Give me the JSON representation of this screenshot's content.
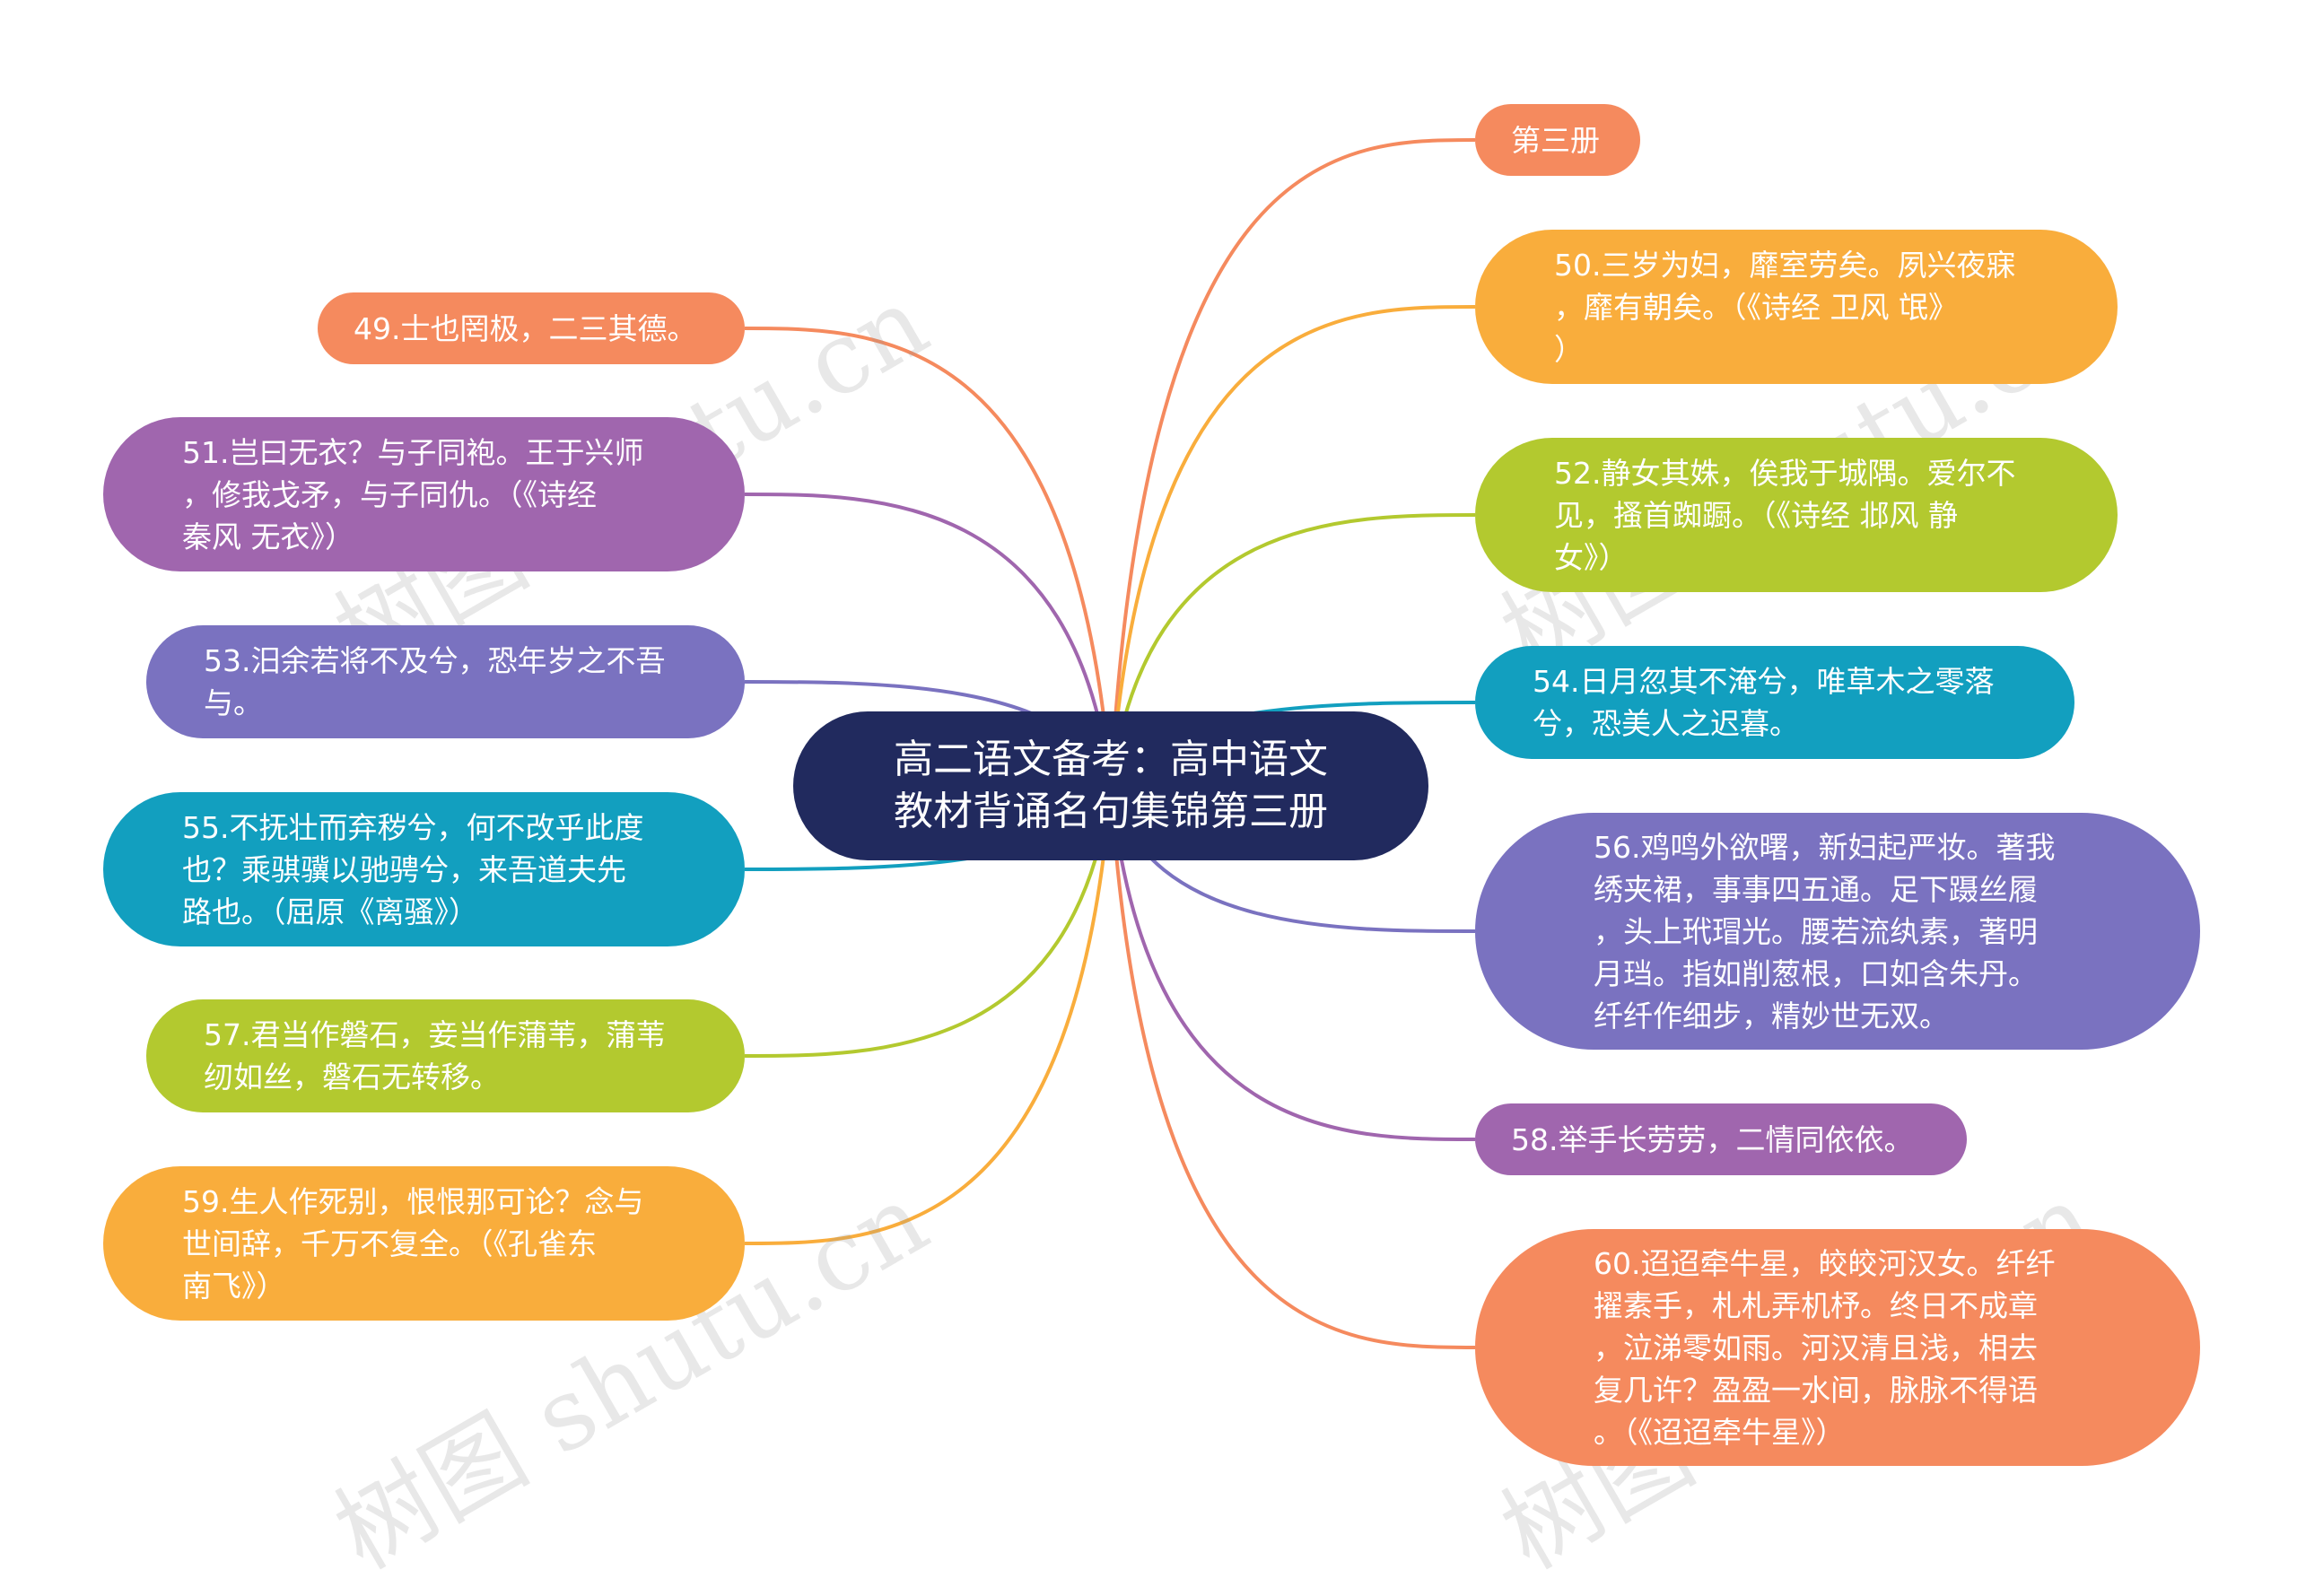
{
  "watermark": "树图 shutu.cn",
  "center": {
    "text": "高二语文备考：高中语文\n教材背诵名句集锦第三册",
    "color": "#212a5e"
  },
  "nodes": [
    {
      "id": "n-section",
      "text": "第三册",
      "color": "#f58a5e"
    },
    {
      "id": "n49",
      "text": "49.士也罔极，二三其德。",
      "color": "#f58a5e"
    },
    {
      "id": "n50",
      "text": "50.三岁为妇，靡室劳矣。夙兴夜寐\n，靡有朝矣。（《诗经 卫风 氓》\n）",
      "color": "#f9ad3c"
    },
    {
      "id": "n51",
      "text": "51.岂曰无衣？与子同袍。王于兴师\n，修我戈矛，与子同仇。（《诗经\n秦风 无衣》）",
      "color": "#a066ae"
    },
    {
      "id": "n52",
      "text": "52.静女其姝，俟我于城隅。爱尔不\n见，搔首踟蹰。（《诗经 邶风 静\n女》）",
      "color": "#b3c92f"
    },
    {
      "id": "n53",
      "text": "53.汨余若将不及兮，恐年岁之不吾\n与。",
      "color": "#7a72c0"
    },
    {
      "id": "n54",
      "text": "54.日月忽其不淹兮，唯草木之零落\n兮，恐美人之迟暮。",
      "color": "#129fbf"
    },
    {
      "id": "n55",
      "text": "55.不抚壮而弃秽兮，何不改乎此度\n也？乘骐骥以驰骋兮，来吾道夫先\n路也。（屈原《离骚》）",
      "color": "#129fbf"
    },
    {
      "id": "n56",
      "text": "56.鸡鸣外欲曙，新妇起严妆。著我\n绣夹裙，事事四五通。足下蹑丝履\n，头上玳瑁光。腰若流纨素，著明\n月珰。指如削葱根，口如含朱丹。\n纤纤作细步，精妙世无双。",
      "color": "#7a72c0"
    },
    {
      "id": "n57",
      "text": "57.君当作磐石，妾当作蒲苇，蒲苇\n纫如丝，磐石无转移。",
      "color": "#b3c92f"
    },
    {
      "id": "n58",
      "text": "58.举手长劳劳，二情同依依。",
      "color": "#a066ae"
    },
    {
      "id": "n59",
      "text": "59.生人作死别，恨恨那可论？念与\n世间辞，千万不复全。（《孔雀东\n南飞》）",
      "color": "#f9ad3c"
    },
    {
      "id": "n60",
      "text": "60.迢迢牵牛星，皎皎河汉女。纤纤\n擢素手，札札弄机杼。终日不成章\n，泣涕零如雨。河汉清且浅，相去\n复几许？盈盈一水间，脉脉不得语\n。（《迢迢牵牛星》）",
      "color": "#f58a5e"
    }
  ]
}
